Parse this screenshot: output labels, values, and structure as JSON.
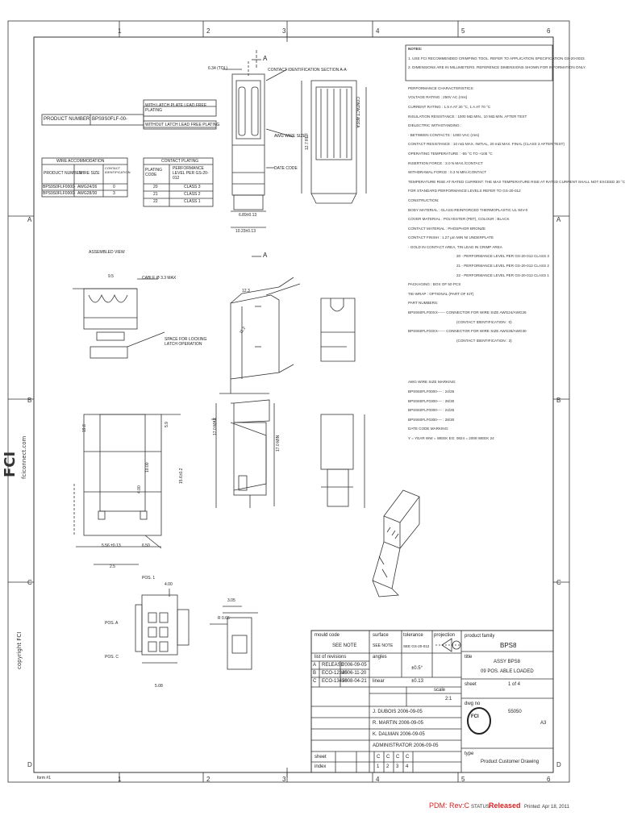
{
  "border": {
    "top_zones": [
      "1",
      "2",
      "3",
      "4",
      "5",
      "6"
    ],
    "bottom_zones": [
      "1",
      "2",
      "3",
      "4",
      "5",
      "6"
    ],
    "left_zones": [
      "A",
      "B",
      "C",
      "D"
    ],
    "right_zones": [
      "A",
      "B",
      "C",
      "D"
    ]
  },
  "side_branding": {
    "logo": "FCI",
    "url": "fciconnect.com",
    "copyright": "copyright FCI"
  },
  "product_number": {
    "label": "PRODUCT NUMBER",
    "value": "BPS9S0FLF-00-",
    "option_1": "WITH LATCH PLATE LEAD FREE PLATING",
    "option_2": "WITHOUT LATCH LEAD FREE PLATING"
  },
  "wire_accommodation": {
    "title": "WIRE ACCOMMODATION",
    "headers": [
      "PRODUCT NUMBER",
      "WIRE SIZE",
      "CONTACT IDENTIFICATION"
    ],
    "rows": [
      [
        "BPS9S0FLF0000-",
        "AWG24/26",
        "0"
      ],
      [
        "BPS9S0FLF0000-",
        "AWG28/30",
        "3"
      ]
    ]
  },
  "contact_plating": {
    "title": "CONTACT PLATING",
    "headers": [
      "PLATING CODE",
      "PERFORMANCE LEVEL PER GS-20-012"
    ],
    "rows": [
      [
        "20",
        "CLASS 3"
      ],
      [
        "21",
        "CLASS 2"
      ],
      [
        "22",
        "CLASS 1"
      ]
    ]
  },
  "drawing_labels": {
    "contact_identification": "CONTACT IDENTIFICATION",
    "section": "SECTION A-A",
    "awg_wire_size": "AWG WIRE SIZE",
    "date_code": "DATE CODE",
    "contact_area": "CONTACT AREA",
    "assembled_view": "ASSEMBLED VIEW",
    "cable": "CABLE Ø 3.3 MAX",
    "space_for_locking": "SPACE FOR LOCKING LATCH OPERATION",
    "pos1": "POS. 1",
    "pos_a": "POS. A",
    "pos_c": "POS. C",
    "section_marker": "A",
    "dims": [
      "6.34 (TOL)",
      "9.5",
      "5.56 ±0.13",
      "6.50",
      "10.00",
      "4.00",
      "4.00",
      "6.89±0.13",
      "10.23±0.13",
      "12.7 REF",
      "17.0 MAX",
      "17.0 MIN",
      "12.3",
      "3.05",
      "5.08",
      "2.5",
      "R 0.65",
      "19.8",
      "5.9",
      "15.6±0.2",
      "11.2"
    ]
  },
  "notes": {
    "title": "NOTES:",
    "lines": [
      "1. USE FCI RECOMMENDED CRIMPING TOOL. REFER TO APPLICATION SPECIFICATION GS-20-0033.",
      "2. DIMENSIONS ARE IN MILLIMETERS. REFERENCE DIMENSIONS SHOWN FOR INFORMATION ONLY.",
      "PERFORMANCE CHARACTERISTICS:",
      "VOLTAGE RATING : 250V AC (rms)",
      "CURRENT RATING : 1.5 A AT 20 °C, 1 A AT 70 °C",
      "INSULATION RESISTANCE : 1000 MΩ MIN., 10 MΩ MIN. AFTER TEST",
      "DIELECTRIC WITHSTANDING :",
      "- BETWEEN CONTACTS : 1000 VAC (rms)",
      "CONTACT RESISTANCE : 10 mΩ MAX. INITIAL, 20 mΩ MAX. FINAL (CLASS 3 AFTER TEST)",
      "OPERATING TEMPERATURE : -55 °C TO +105 °C",
      "INSERTION FORCE : 3.0 N MAX./CONTACT",
      "WITHDRAWAL FORCE : 0.3 N MIN./CONTACT",
      "TEMPERATURE RISE AT RATED CURRENT: THE MAX TEMPERATURE RISE AT RATED CURRENT SHALL NOT EXCEED 30 °C",
      "FOR STANDARD PERFORMANCE LEVELS REFER TO GS-20-012",
      "CONSTRUCTION:",
      "BODY MATERIAL : GLASS-REINFORCED THERMOPLASTIC UL 94V-0",
      "COVER MATERIAL : POLYESTER (PBT), COLOUR : BLACK",
      "CONTACT MATERIAL : PHOSPHOR BRONZE",
      "CONTACT FINISH : 1.27 µm MIN NI UNDERPLATE",
      "- GOLD IN CONTACT AREA, TIN LEAD IN CRIMP AREA",
      "20 - PERFORMANCE LEVEL PER GS-20-012 CLASS 3",
      "21 - PERFORMANCE LEVEL PER GS-20-012 CLASS 2",
      "22 - PERFORMANCE LEVEL PER GS-20-012 CLASS 1",
      "PACKAGING : BOX OF 50 PCS",
      "TIE-WRAP : OPTIONAL (PART OF KIT)",
      "PART NUMBERS:",
      "BPS9S0FLF00XX------ CONNECTOR FOR WIRE SIZE AWG24/AWG26",
      "(CONTACT IDENTIFICATION : 0)",
      "BPS9S0FLF03XX------ CONNECTOR FOR WIRE SIZE AWG28/AWG30",
      "(CONTACT IDENTIFICATION : 3)",
      "AWG WIRE SIZE MARKING:",
      "BPS9S0FLF0000---- : 24/26",
      "BPS9S0FLF0300---- : 28/30",
      "BPS9S0FLF0000---- : 24/26",
      "BPS9S0FLF0300---- : 28/30",
      "DATE CODE MARKING:",
      "Y = YEAR  WW = WEEK  EG: 0824 = 2008 WEEK 24"
    ]
  },
  "title_block": {
    "mould_code_label": "mould code",
    "mould_code": "SEE NOTE",
    "surface_label": "surface",
    "surface": "SEE NOTE",
    "tolerance_label": "tolerance",
    "tolerance": "SEE GS-20-012",
    "projection_label": "projection",
    "product_family_label": "product family",
    "product_family": "BPS8",
    "title_label": "title",
    "title_line1": "ASSY BPS8",
    "title_line2": "09 POS. ABLE LOADED",
    "revision_label": "list of revisions",
    "revisions": [
      [
        "A",
        "RELEASE",
        "2006-09-05"
      ],
      [
        "B",
        "ECO-12345",
        "2006-11-20"
      ],
      [
        "C",
        "ECO-13456",
        "2008-04-21"
      ]
    ],
    "angles_label": "angles",
    "angles": "±0.5°",
    "linear_label": "linear",
    "linear": "±0.13",
    "scale_label": "scale",
    "scale": "2:1",
    "dwg_no_label": "dwg no",
    "dwg_no": "55050",
    "size": "A3",
    "sheet_label": "sheet",
    "sheet": "1 of 4",
    "type_label": "type",
    "type": "Product Customer Drawing",
    "logo": "FCI",
    "drawn": "J. DUBOIS 2006-09-05",
    "checked": "R. MARTIN 2006-09-05",
    "approved": "K. DALMAN 2006-09-05",
    "released": "ADMINISTRATOR 2006-09-05",
    "sheet_row_label1": "sheet",
    "sheet_row_label2": "index",
    "sheets": [
      "1",
      "2",
      "3",
      "4"
    ],
    "sheets_rev": [
      "C",
      "C",
      "C",
      "C"
    ]
  },
  "footer": {
    "pdm": "PDM: Rev:C",
    "status": "Released",
    "status_prefix": "STATUS:",
    "printed": "Printed: Apr 18, 2011",
    "form": "form #1"
  }
}
